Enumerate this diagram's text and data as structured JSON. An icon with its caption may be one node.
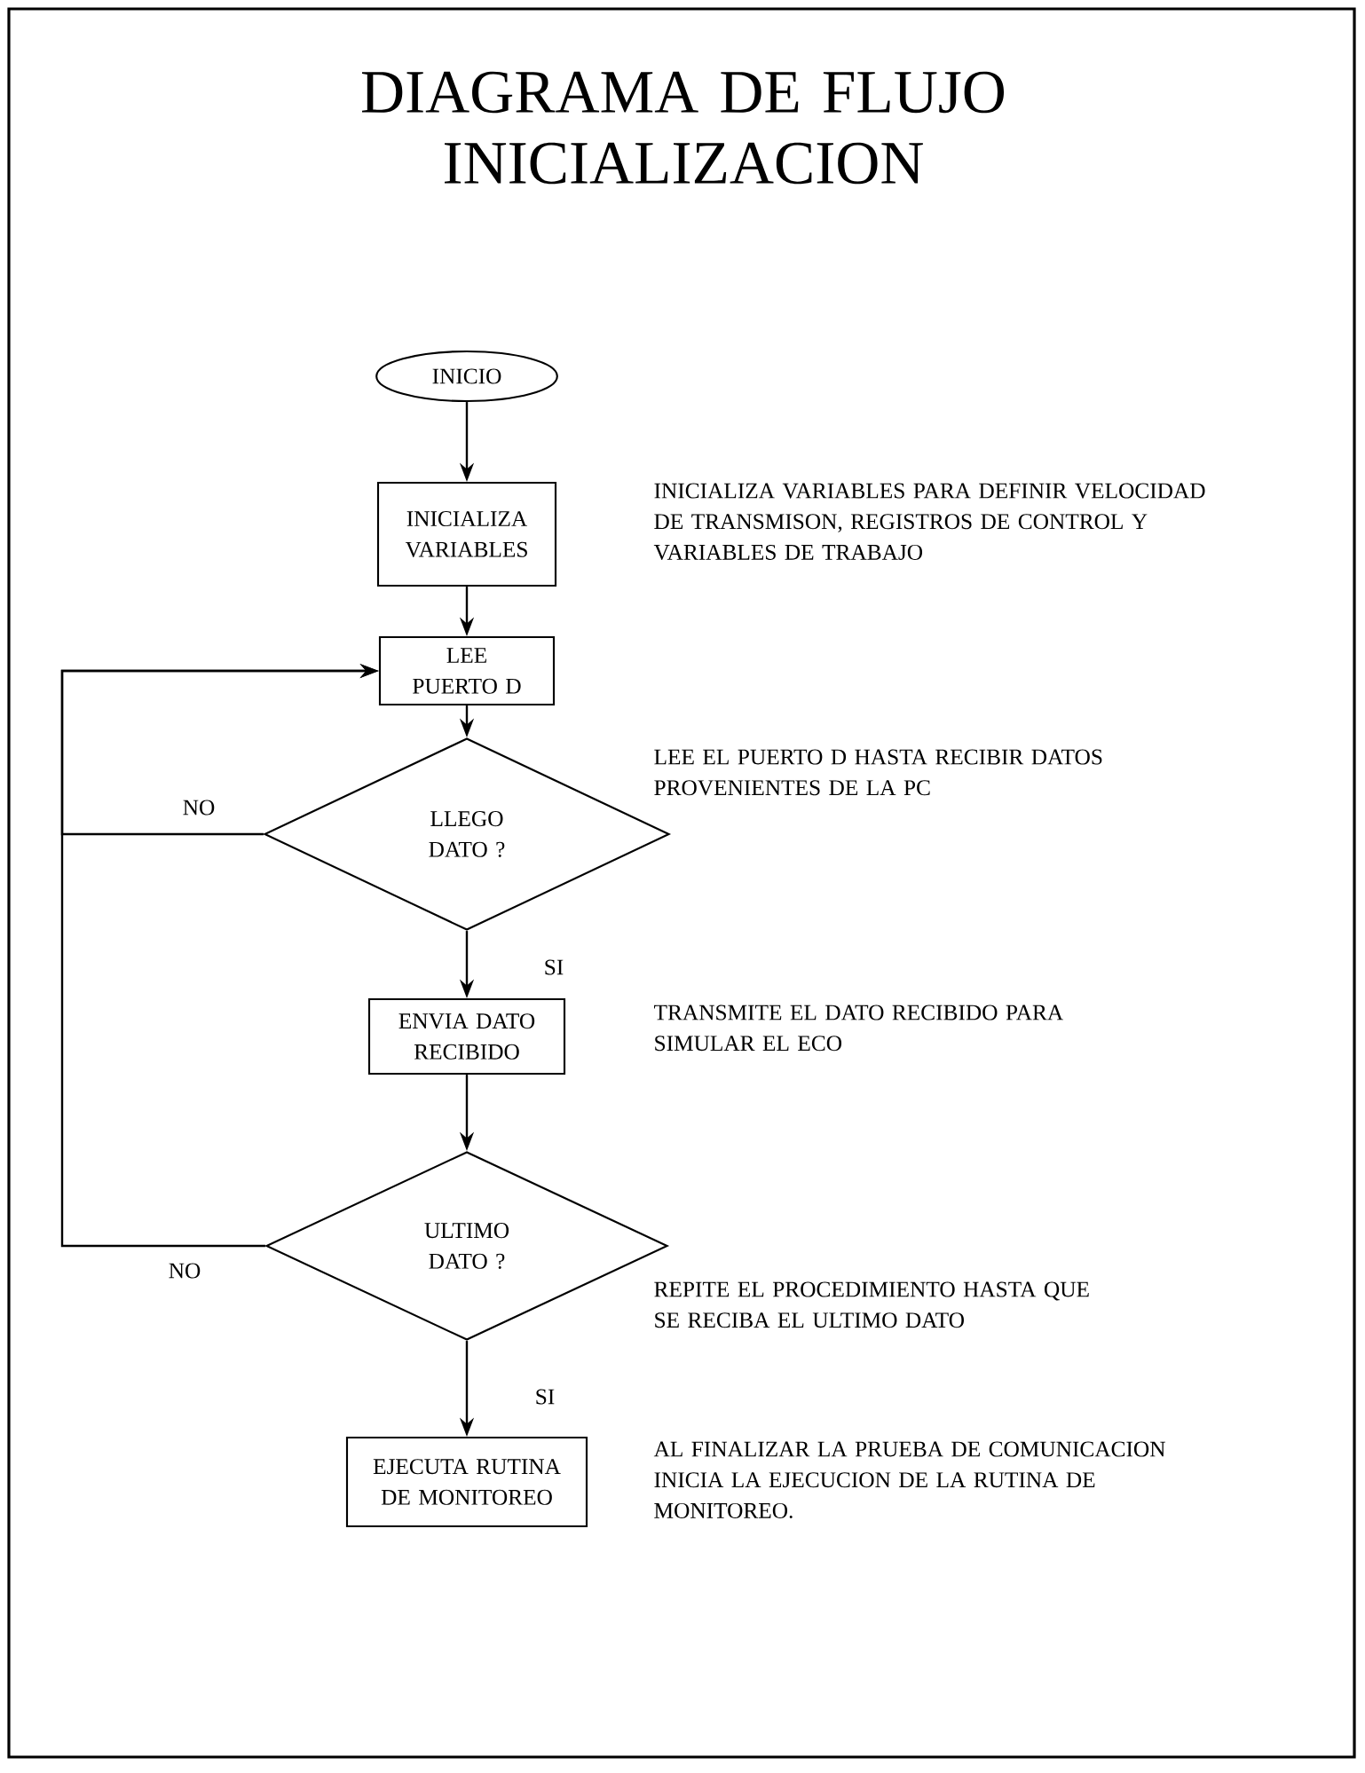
{
  "diagram": {
    "title": "DIAGRAMA DE FLUJO INICIALIZACION",
    "nodes": [
      {
        "text": [
          "INICIO"
        ]
      },
      {
        "text": [
          "INICIALIZA VARIABLES"
        ]
      },
      {
        "text": [
          "LEE PUERTO D"
        ]
      },
      {
        "text": [
          "LLEGO DATO ?"
        ]
      },
      {
        "text": [
          "ENVIA DATO RECIBIDO"
        ]
      },
      {
        "text": [
          "ULTIMO DATO ?"
        ]
      },
      {
        "text": [
          "EJECUTA RUTINA DE MONITOREO"
        ]
      }
    ],
    "edges": [
      {
        "from": 0,
        "to": 1,
        "arrow": "to"
      },
      {
        "from": 1,
        "to": 2,
        "arrow": "to"
      },
      {
        "from": 2,
        "to": 3,
        "arrow": "to"
      },
      {
        "from": 3,
        "to": 4,
        "arrow": "to",
        "label": "SI"
      },
      {
        "from": 4,
        "to": 5,
        "arrow": "to"
      },
      {
        "from": 5,
        "to": 6,
        "arrow": "to",
        "label": "SI"
      },
      {
        "from": 3,
        "to": 2,
        "arrow": "to",
        "label": "NO"
      },
      {
        "from": 5,
        "to": 2,
        "arrow": "to",
        "label": "NO"
      }
    ],
    "labels": [
      "INICIALIZA VARIABLES PARA DEFINIR VELOCIDAD DE TRANSMISON, REGISTROS DE CONTROL Y VARIABLES DE TRABAJO",
      "LEE EL PUERTO D HASTA RECIBIR DATOS PROVENIENTES DE LA PC",
      "TRANSMITE EL DATO RECIBIDO PARA SIMULAR EL ECO",
      "REPITE EL PROCEDIMIENTO HASTA QUE SE RECIBA EL ULTIMO DATO",
      "AL FINALIZAR LA PRUEBA DE COMUNICACION INICIA LA EJECUCION DE LA RUTINA DE MONITOREO."
    ]
  }
}
